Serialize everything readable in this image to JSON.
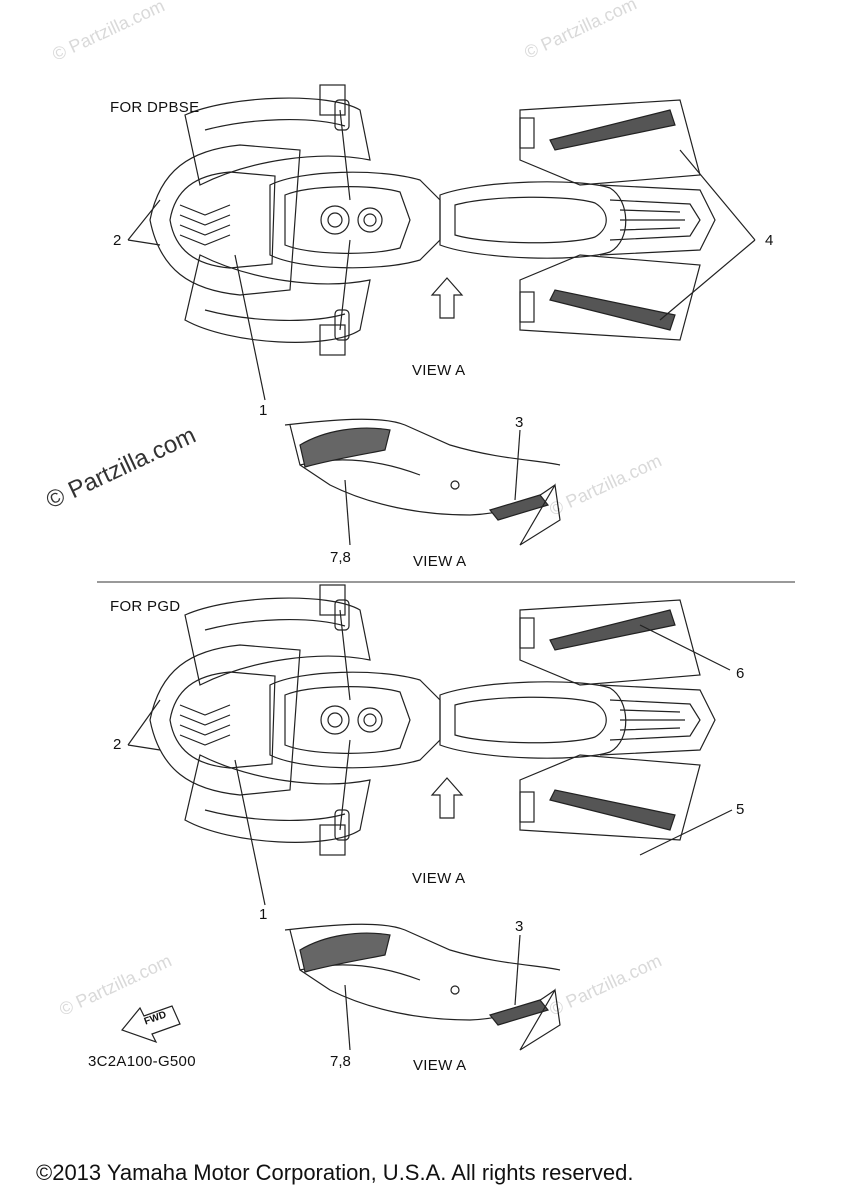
{
  "sections": [
    {
      "heading": "FOR DPBSE",
      "callouts": [
        "2",
        "4",
        "1",
        "3",
        "7,8"
      ],
      "view_labels": [
        "VIEW A",
        "VIEW A"
      ]
    },
    {
      "heading": "FOR PGD",
      "callouts": [
        "2",
        "6",
        "5",
        "1",
        "3",
        "7,8"
      ],
      "view_labels": [
        "VIEW A",
        "VIEW A"
      ]
    }
  ],
  "part_code": "3C2A100-G500",
  "fwd_label": "FWD",
  "watermarks": {
    "main": "© Partzilla.com",
    "faint": "© Partzilla.com"
  },
  "copyright": "©2013 Yamaha Motor Corporation, U.S.A. All rights reserved."
}
